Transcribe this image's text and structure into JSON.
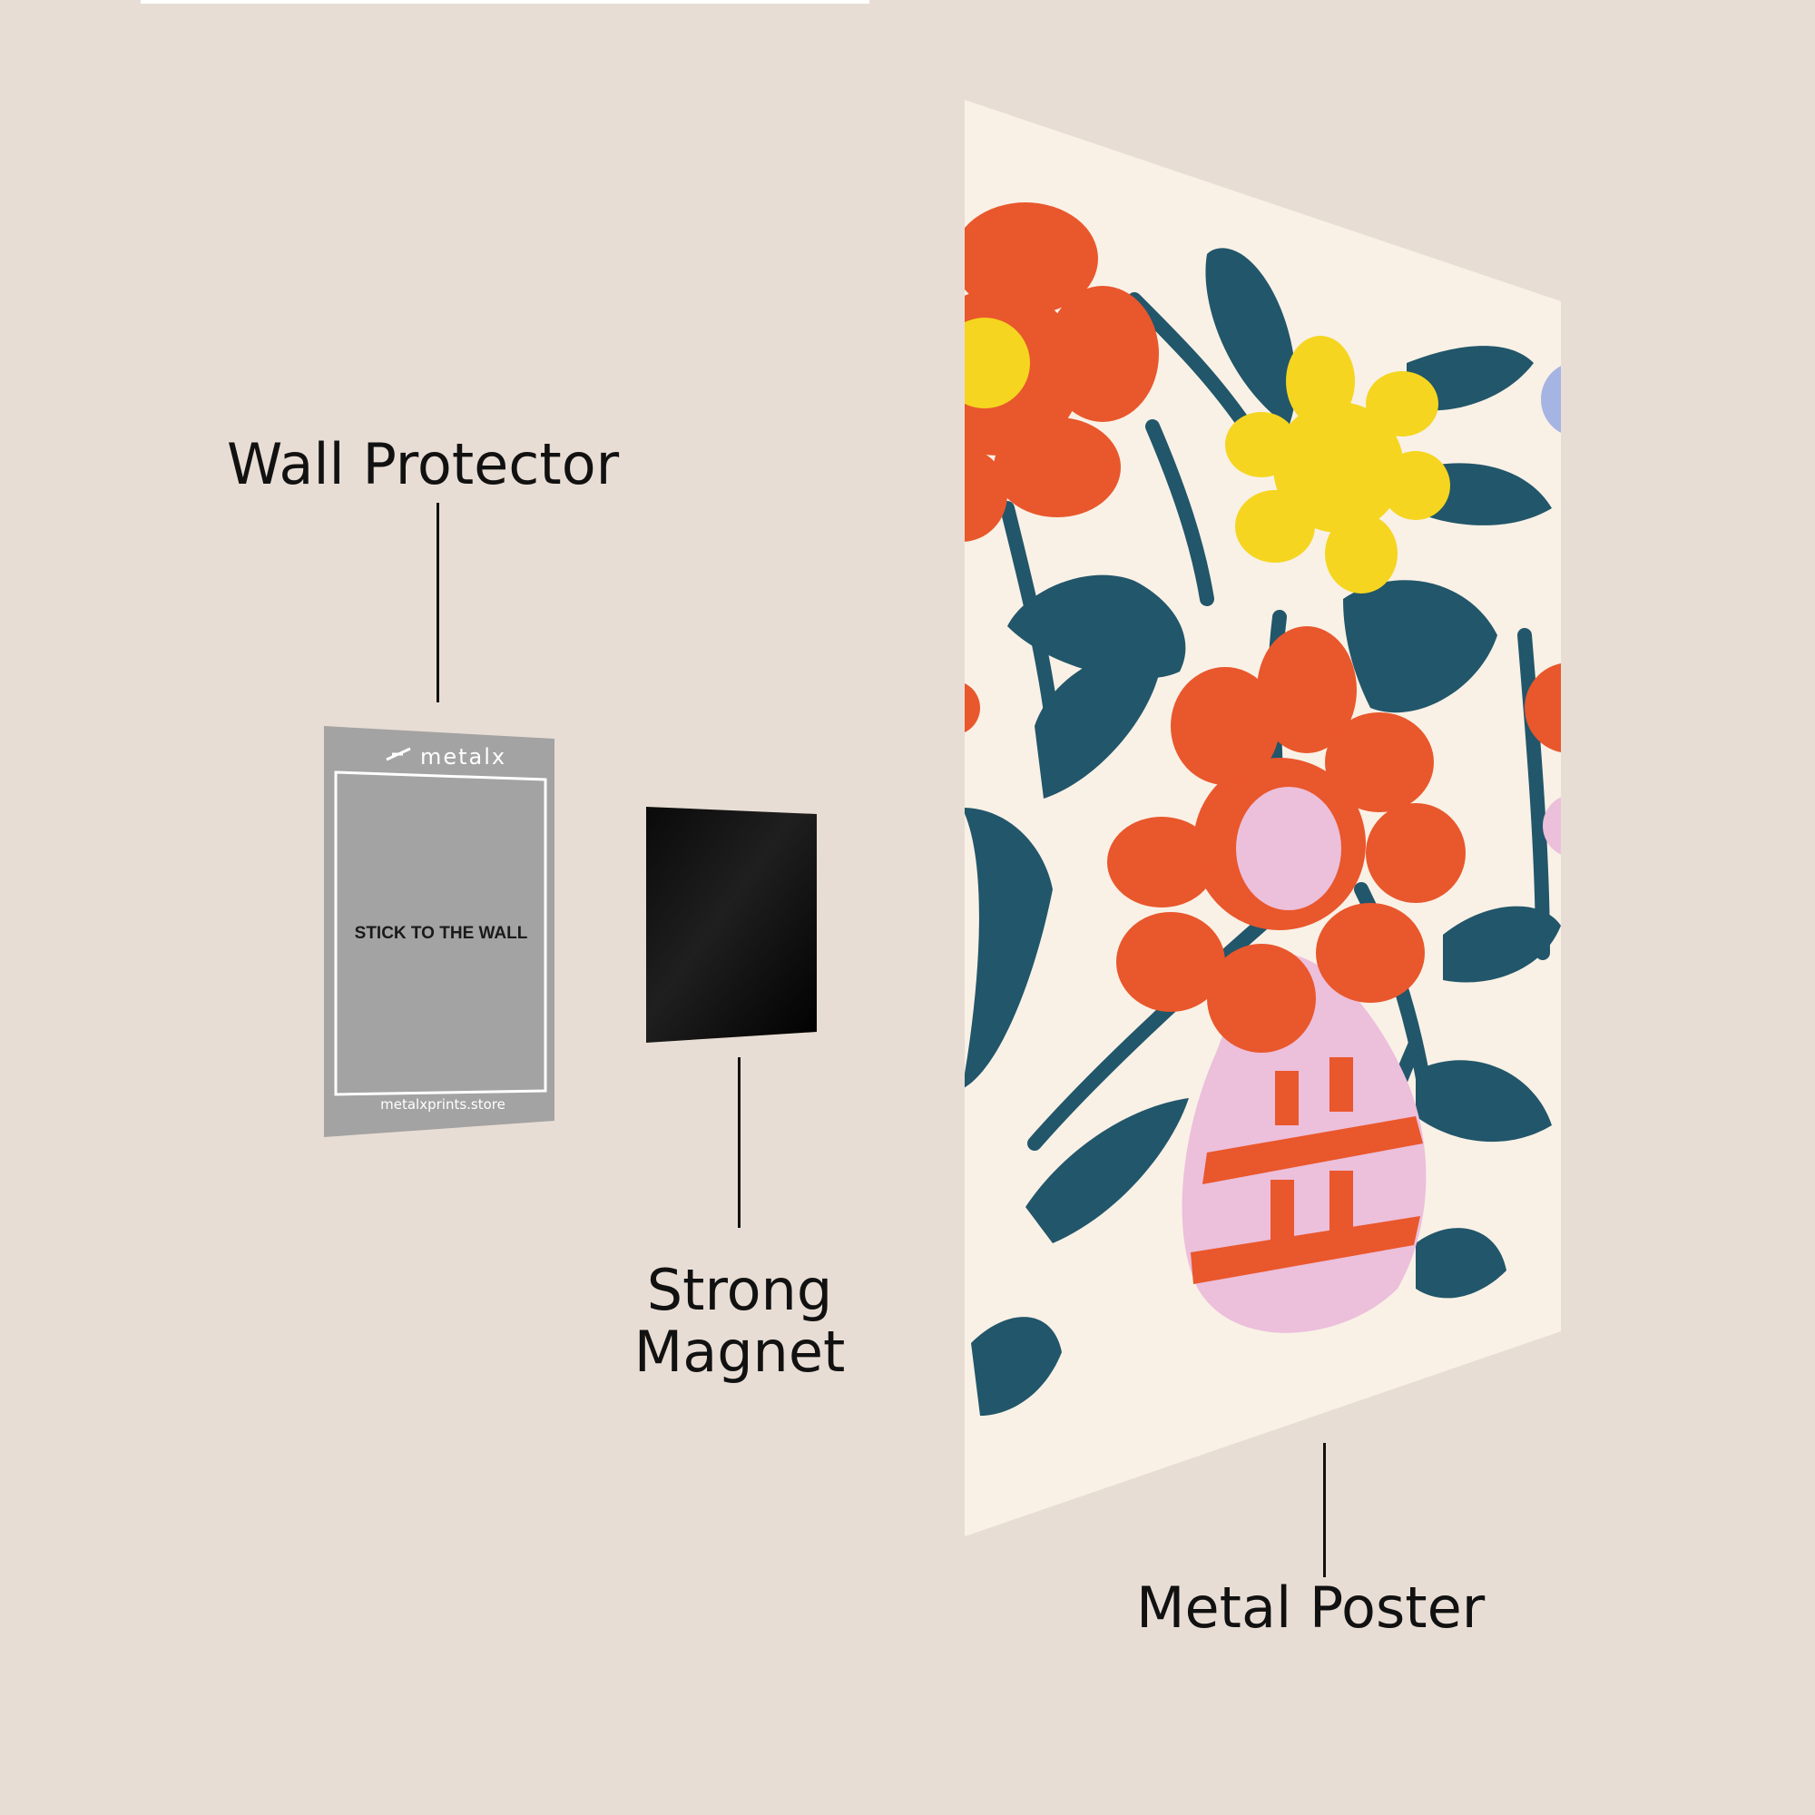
{
  "labels": {
    "wall_protector": "Wall Protector",
    "strong_magnet_line1": "Strong",
    "strong_magnet_line2": "Magnet",
    "metal_poster": "Metal Poster"
  },
  "protector": {
    "brand": "metalx",
    "instruction": "STICK TO THE WALL",
    "website": "metalxprints.store"
  },
  "colors": {
    "background": "#e8ddd4",
    "protector": "#a3a3a3",
    "magnet": "#050505",
    "poster": "#f9f1e6",
    "teal_leaf": "#22566a",
    "flower_orange": "#e9572c",
    "flower_yellow": "#f5d520",
    "vase_pink": "#ecbfdb",
    "accent_blue": "#a6b4e3"
  }
}
